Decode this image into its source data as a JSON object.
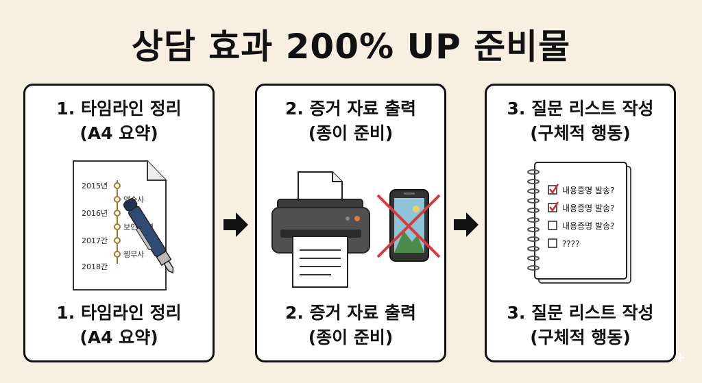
{
  "title": "상담 효과 200% UP 준비물",
  "panels": [
    {
      "top_line1": "1. 타임라인 정리",
      "top_line2": "(A4 요약)",
      "bottom_line1": "1. 타임라인 정리",
      "bottom_line2": "(A4 요약)",
      "timeline": {
        "years": [
          "2015년",
          "2016년",
          "2017간",
          "2018간"
        ],
        "events": [
          "영송사",
          "보인 업력",
          "찡무사"
        ]
      }
    },
    {
      "top_line1": "2. 증거 자료 출력",
      "top_line2": "(종이 준비)",
      "bottom_line1": "2. 증거 자료 출력",
      "bottom_line2": "(종이 준비)"
    },
    {
      "top_line1": "3. 질문 리스트 작성",
      "top_line2": "(구체적 행동)",
      "bottom_line1": "3. 질문 리스트 작성",
      "bottom_line2": "(구체적 행동)",
      "checklist": [
        {
          "text": "내용증명 발송?",
          "checked": true
        },
        {
          "text": "내용증명 발송?",
          "checked": true
        },
        {
          "text": "내용증명 발송?",
          "checked": false
        },
        {
          "text": "????",
          "checked": false
        }
      ]
    }
  ],
  "icons": {
    "document": "document-icon",
    "pen": "pen-icon",
    "printer": "printer-icon",
    "phone": "phone-icon",
    "cross": "cross-icon",
    "notebook": "notebook-icon",
    "arrow": "arrow-right-icon",
    "sparkle": "sparkle-icon"
  },
  "colors": {
    "background": "#f7efe2",
    "pen_blue": "#2f4a73",
    "cross_red": "#d93a3a",
    "check_red": "#c83030",
    "timeline_gold": "#a07828"
  }
}
